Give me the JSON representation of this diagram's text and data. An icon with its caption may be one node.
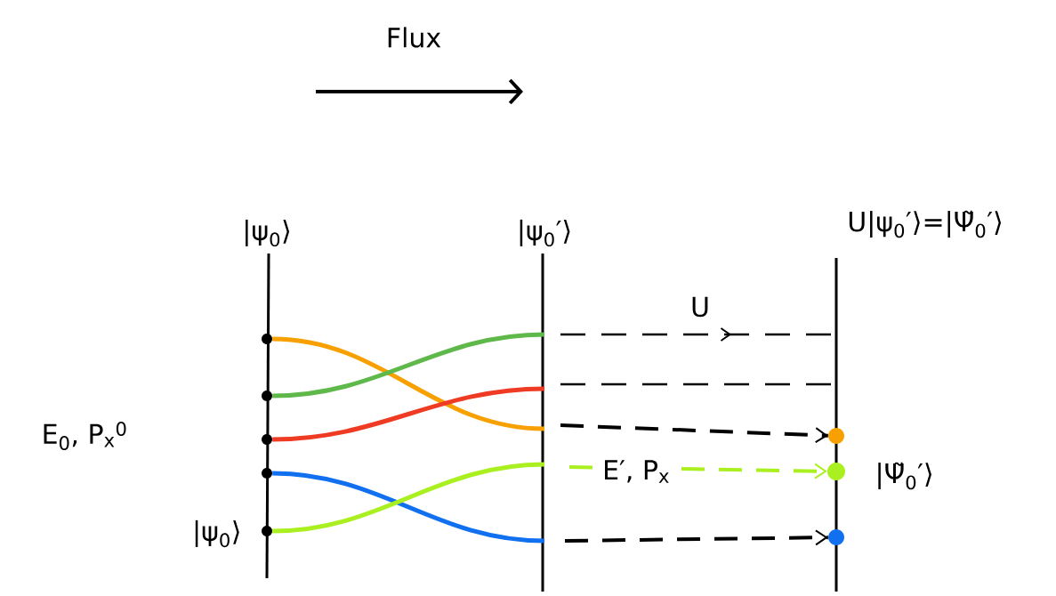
{
  "diagram": {
    "nodes": [
      {
        "text": [],
        "shape": "circle"
      },
      {
        "text": [],
        "shape": "circle"
      },
      {
        "text": [],
        "shape": "circle"
      },
      {
        "text": [],
        "shape": "circle"
      },
      {
        "text": [],
        "shape": "circle",
        "beside": [
          "|ψ$_{0}$⟩"
        ]
      },
      {
        "text": [],
        "shape": "circle"
      },
      {
        "text": [],
        "shape": "circle",
        "beside": [
          "|Ψ̃$_{0}$′⟩"
        ]
      },
      {
        "text": [],
        "shape": "circle"
      }
    ],
    "edges": [
      {
        "from": 0,
        "to": null,
        "arrow": "none",
        "color": "#f7a000"
      },
      {
        "from": 1,
        "to": null,
        "arrow": "none",
        "color": "#5fb84a"
      },
      {
        "from": 2,
        "to": null,
        "arrow": "none",
        "color": "#ef3b24"
      },
      {
        "from": 3,
        "to": null,
        "arrow": "none",
        "color": "#1070f0"
      },
      {
        "from": 4,
        "to": null,
        "arrow": "none",
        "color": "#aaf020"
      },
      {
        "from": null,
        "to": 5,
        "arrow": "to",
        "style": "dashed",
        "color": "#000000"
      },
      {
        "from": null,
        "to": 6,
        "arrow": "to",
        "style": "dashed",
        "color": "#aaf020",
        "label": "E′, P$_{x}$"
      },
      {
        "from": null,
        "to": 7,
        "arrow": "to",
        "style": "dashed",
        "color": "#000000"
      }
    ],
    "labels": [
      "Flux",
      "|ψ$_{0}$⟩",
      "|ψ$_{0}$′⟩",
      "U|ψ$_{0}$′⟩=|Ψ̃$_{0}$′⟩",
      "U",
      "E$_{0}$, P$_{x}$$^{0}$"
    ]
  }
}
